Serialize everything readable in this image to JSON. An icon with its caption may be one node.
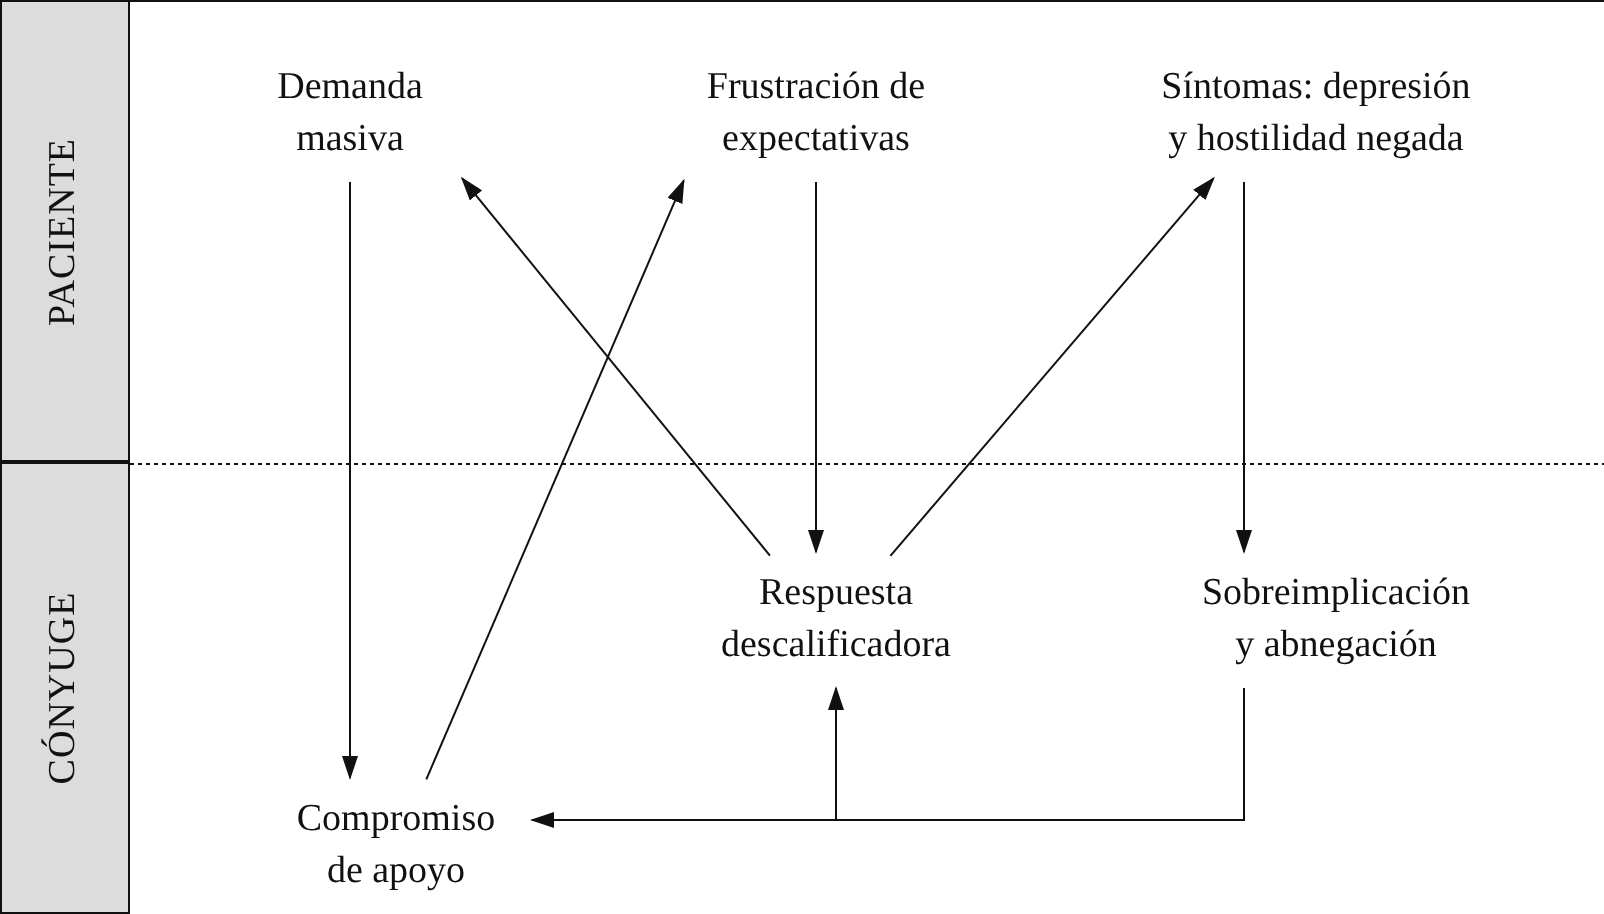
{
  "diagram": {
    "nodes": [
      {
        "text": [
          "PACIENTE"
        ]
      },
      {
        "text": [
          "CÓNYUGE"
        ]
      },
      {
        "text": [
          "Demanda masiva"
        ]
      },
      {
        "text": [
          "Frustración de expectativas"
        ]
      },
      {
        "text": [
          "Síntomas: depresión y hostilidad negada"
        ]
      },
      {
        "text": [
          "Respuesta descalificadora"
        ]
      },
      {
        "text": [
          "Sobreimplicación y abnegación"
        ]
      },
      {
        "text": [
          "Compromiso de apoyo"
        ]
      }
    ],
    "edges": [
      {
        "from": 2,
        "to": 7,
        "arrow": "to"
      },
      {
        "from": 7,
        "to": 3,
        "arrow": "to"
      },
      {
        "from": 3,
        "to": 5,
        "arrow": "to"
      },
      {
        "from": 5,
        "to": 2,
        "arrow": "to"
      },
      {
        "from": 5,
        "to": 4,
        "arrow": "to"
      },
      {
        "from": 4,
        "to": 6,
        "arrow": "to"
      },
      {
        "from": 6,
        "to": 7,
        "arrow": "to"
      },
      {
        "from": 6,
        "to": 5,
        "arrow": "to"
      }
    ]
  }
}
